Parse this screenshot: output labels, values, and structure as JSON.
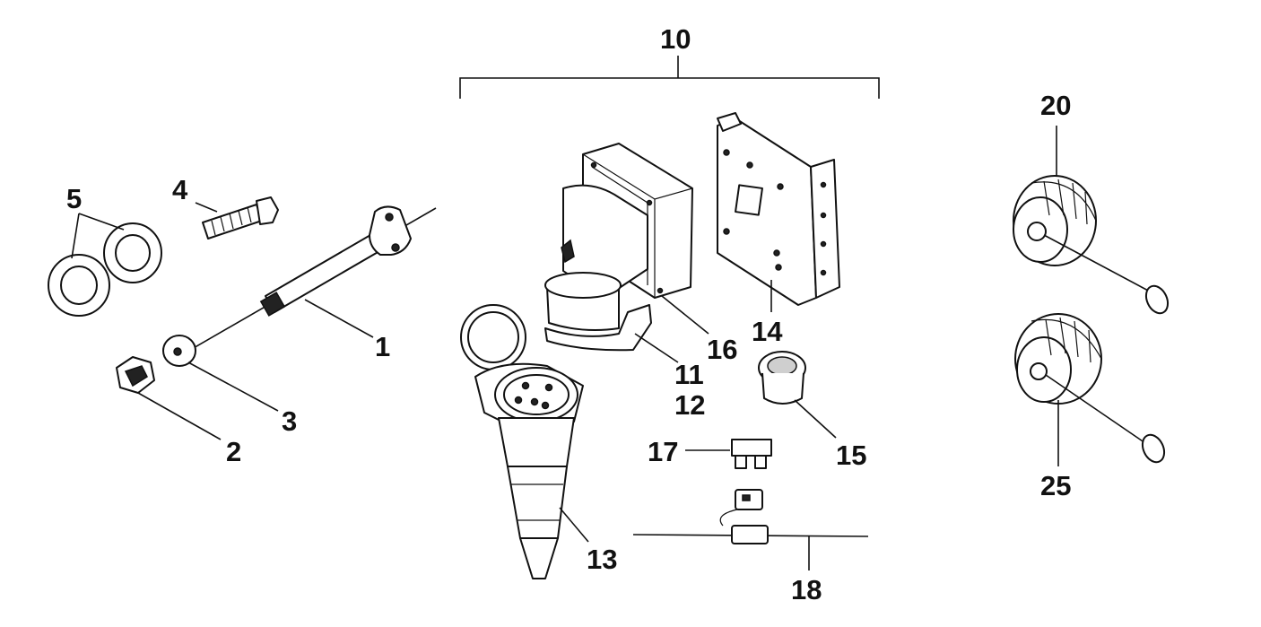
{
  "callouts": {
    "c1": "1",
    "c2": "2",
    "c3": "3",
    "c4": "4",
    "c5": "5",
    "c10": "10",
    "c11": "11",
    "c12": "12",
    "c13": "13",
    "c14": "14",
    "c15": "15",
    "c16": "16",
    "c17": "17",
    "c18": "18",
    "c20": "20",
    "c25": "25"
  }
}
